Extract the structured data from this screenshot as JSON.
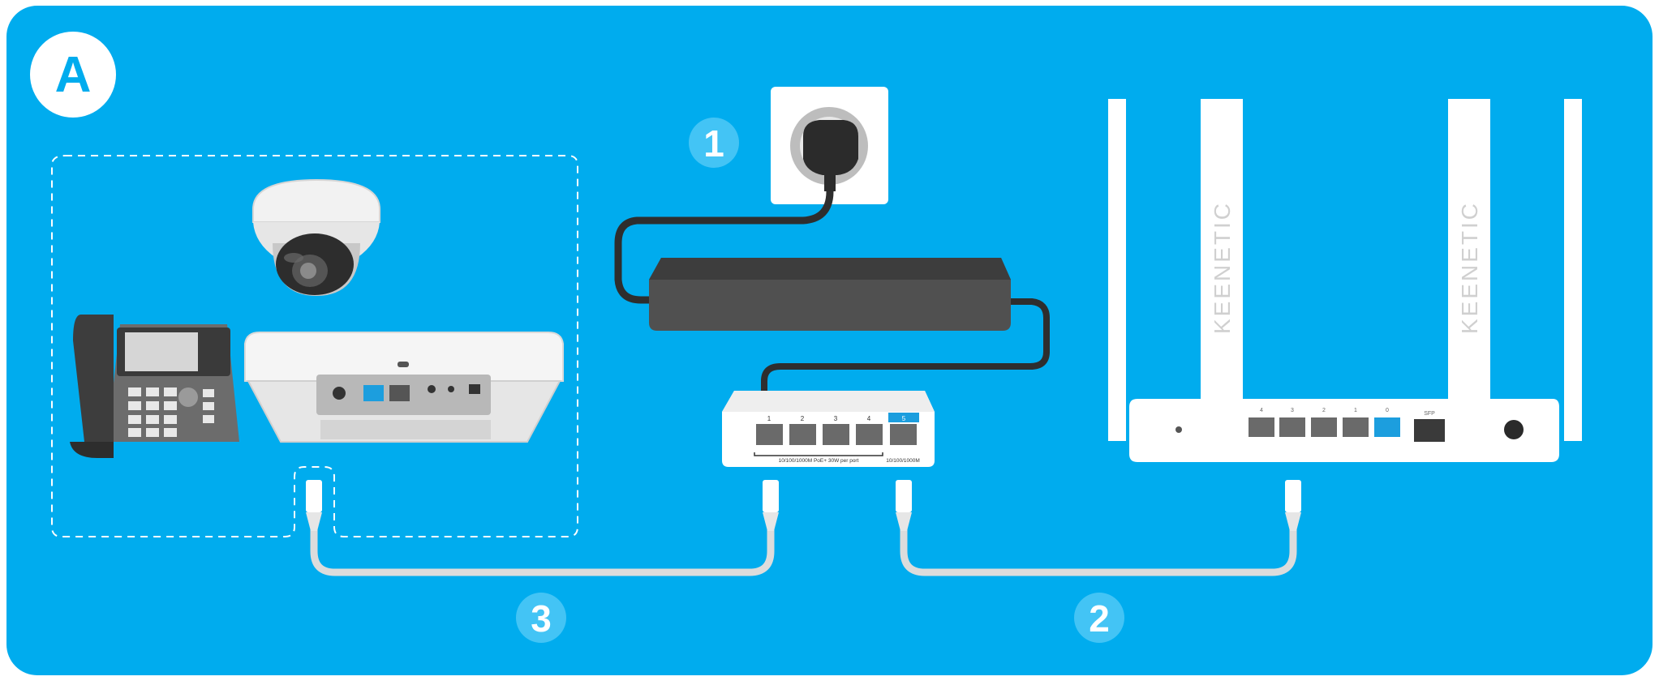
{
  "diagram": {
    "panel_label": "A",
    "steps": {
      "step1": "1",
      "step2": "2",
      "step3": "3"
    },
    "colors": {
      "background": "#00acee",
      "white": "#ffffff",
      "badge_fill": "#43c4f5",
      "power_supply": "#505050",
      "cable": "#dcdcdc",
      "port_highlight": "#1c9ede"
    }
  },
  "switch": {
    "port_labels": [
      "1",
      "2",
      "3",
      "4",
      "5"
    ],
    "poe_label": "10/100/1000M PoE+ 30W per port",
    "uplink_label": "10/100/1000M"
  },
  "router": {
    "brand_left": "KEENETIC",
    "brand_right": "KEENETIC",
    "port_labels": [
      "4",
      "3",
      "2",
      "1",
      "0"
    ],
    "sfp_label": "SFP"
  },
  "devices": {
    "camera": "dome-camera",
    "phone": "ip-phone",
    "access_point": "access-point",
    "power_outlet": "power-outlet",
    "power_supply": "power-supply",
    "poe_switch": "poe-switch",
    "router": "router"
  }
}
